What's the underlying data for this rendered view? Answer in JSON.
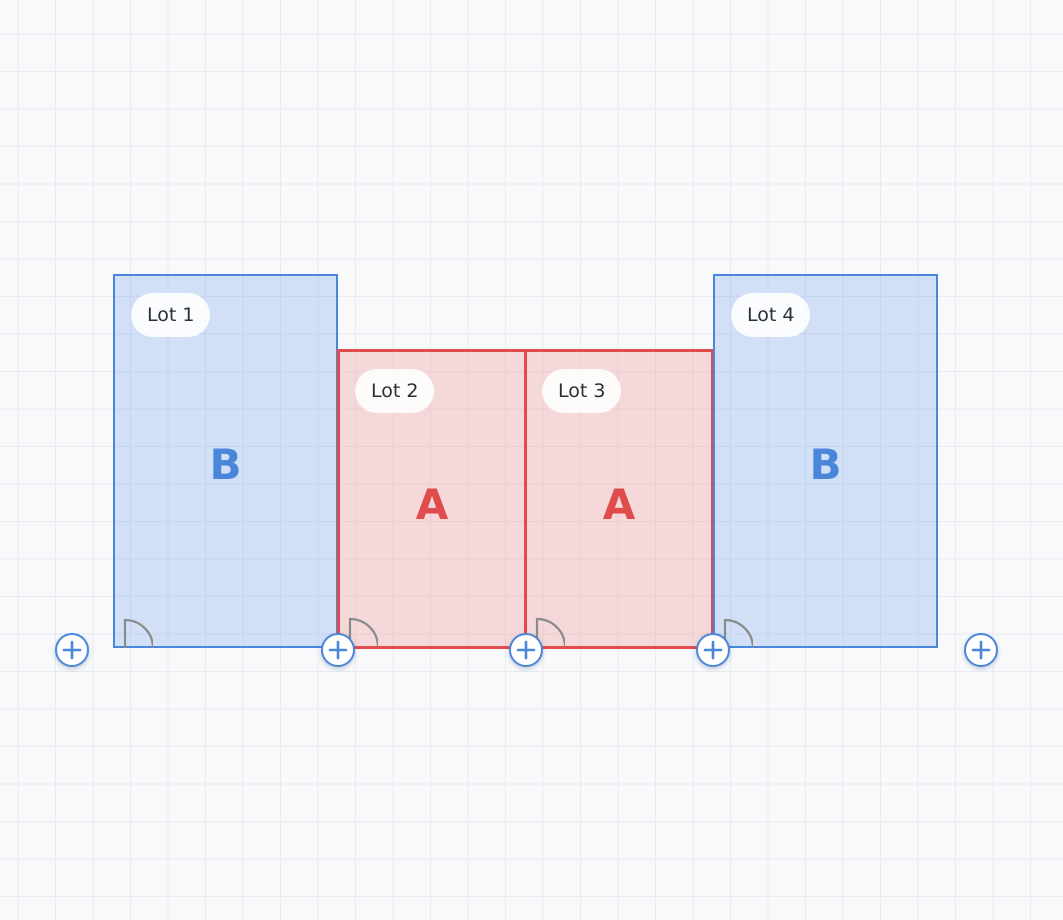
{
  "lots": [
    {
      "label": "Lot 1",
      "type": "B"
    },
    {
      "label": "Lot 2",
      "type": "A"
    },
    {
      "label": "Lot 3",
      "type": "A"
    },
    {
      "label": "Lot 4",
      "type": "B"
    }
  ],
  "add_buttons": [
    {
      "icon": "plus-icon"
    },
    {
      "icon": "plus-icon"
    },
    {
      "icon": "plus-icon"
    },
    {
      "icon": "plus-icon"
    },
    {
      "icon": "plus-icon"
    }
  ],
  "colors": {
    "type_b_accent": "#4a86d9",
    "type_a_accent": "#e04b4b",
    "door_stroke": "#8a8a8a"
  }
}
